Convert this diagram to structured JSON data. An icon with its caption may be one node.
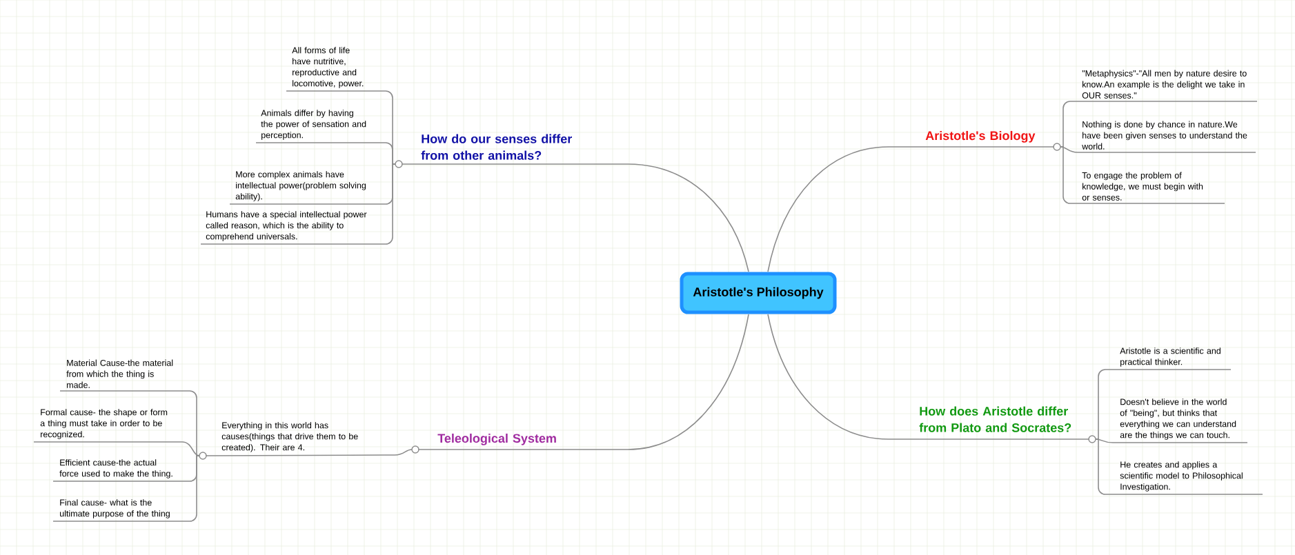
{
  "diagram": {
    "nodes": [
      {
        "text": [
          "Aristotle's Philosophy"
        ]
      },
      {
        "text": [
          "How do our senses differ from other animals?"
        ]
      },
      {
        "text": [
          "All forms of life have nutritive, reproductive and locomotive, power."
        ]
      },
      {
        "text": [
          "Animals differ by having the power of sensation and perception."
        ]
      },
      {
        "text": [
          "More complex animals have intellectual power(problem solving ability)."
        ]
      },
      {
        "text": [
          "Humans have a special intellectual power called reason, which is the ability to comprehend universals."
        ]
      },
      {
        "text": [
          "Aristotle's Biology"
        ]
      },
      {
        "text": [
          "\"Metaphysics\"-\"All men by nature desire to know.An example is the delight we take in OUR senses.\""
        ]
      },
      {
        "text": [
          "Nothing is done by chance in nature.We have been given senses to understand the world."
        ]
      },
      {
        "text": [
          "To engage the problem of knowledge, we must begin with or senses."
        ]
      },
      {
        "text": [
          "Teleological System"
        ]
      },
      {
        "text": [
          "Everything in this world has causes(things that drive them to be created). Their are 4."
        ]
      },
      {
        "text": [
          "Material Cause-the material from which the thing is made."
        ]
      },
      {
        "text": [
          "Formal cause- the shape or form a thing must take in order to be recognized."
        ]
      },
      {
        "text": [
          "Efficient cause-the actual force used to make the thing."
        ]
      },
      {
        "text": [
          "Final cause- what is the ultimate purpose of the thing"
        ]
      },
      {
        "text": [
          "How does Aristotle differ from Plato and Socrates?"
        ]
      },
      {
        "text": [
          "Aristotle is a scientific and practical thinker."
        ]
      },
      {
        "text": [
          "Doesn't believe in the world of \"being\", but thinks that everything we can understand are the things we can touch."
        ]
      },
      {
        "text": [
          "He creates and applies a scientific model to Philosophical Investigation."
        ]
      },
      {
        "text": [],
        "shape": "circle"
      },
      {
        "text": [],
        "shape": "circle"
      },
      {
        "text": [],
        "shape": "circle"
      },
      {
        "text": [],
        "shape": "circle"
      },
      {
        "text": [],
        "shape": "circle"
      }
    ],
    "edges": [
      {
        "from": 0,
        "to": 1,
        "arrow": "none"
      },
      {
        "from": 1,
        "to": 20,
        "arrow": "none"
      },
      {
        "from": 20,
        "to": 2,
        "arrow": "none"
      },
      {
        "from": 20,
        "to": 3,
        "arrow": "none"
      },
      {
        "from": 20,
        "to": 4,
        "arrow": "none"
      },
      {
        "from": 20,
        "to": 5,
        "arrow": "none"
      },
      {
        "from": 0,
        "to": 6,
        "arrow": "none"
      },
      {
        "from": 6,
        "to": 21,
        "arrow": "none"
      },
      {
        "from": 21,
        "to": 7,
        "arrow": "none"
      },
      {
        "from": 21,
        "to": 8,
        "arrow": "none"
      },
      {
        "from": 21,
        "to": 9,
        "arrow": "none"
      },
      {
        "from": 0,
        "to": 10,
        "arrow": "none"
      },
      {
        "from": 10,
        "to": 22,
        "arrow": "none"
      },
      {
        "from": 22,
        "to": 11,
        "arrow": "none"
      },
      {
        "from": 11,
        "to": 23,
        "arrow": "none"
      },
      {
        "from": 23,
        "to": 12,
        "arrow": "none"
      },
      {
        "from": 23,
        "to": 13,
        "arrow": "none"
      },
      {
        "from": 23,
        "to": 14,
        "arrow": "none"
      },
      {
        "from": 23,
        "to": 15,
        "arrow": "none"
      },
      {
        "from": 0,
        "to": 16,
        "arrow": "none"
      },
      {
        "from": 16,
        "to": 24,
        "arrow": "none"
      },
      {
        "from": 24,
        "to": 17,
        "arrow": "none"
      },
      {
        "from": 24,
        "to": 18,
        "arrow": "none"
      },
      {
        "from": 24,
        "to": 19,
        "arrow": "none"
      }
    ]
  }
}
